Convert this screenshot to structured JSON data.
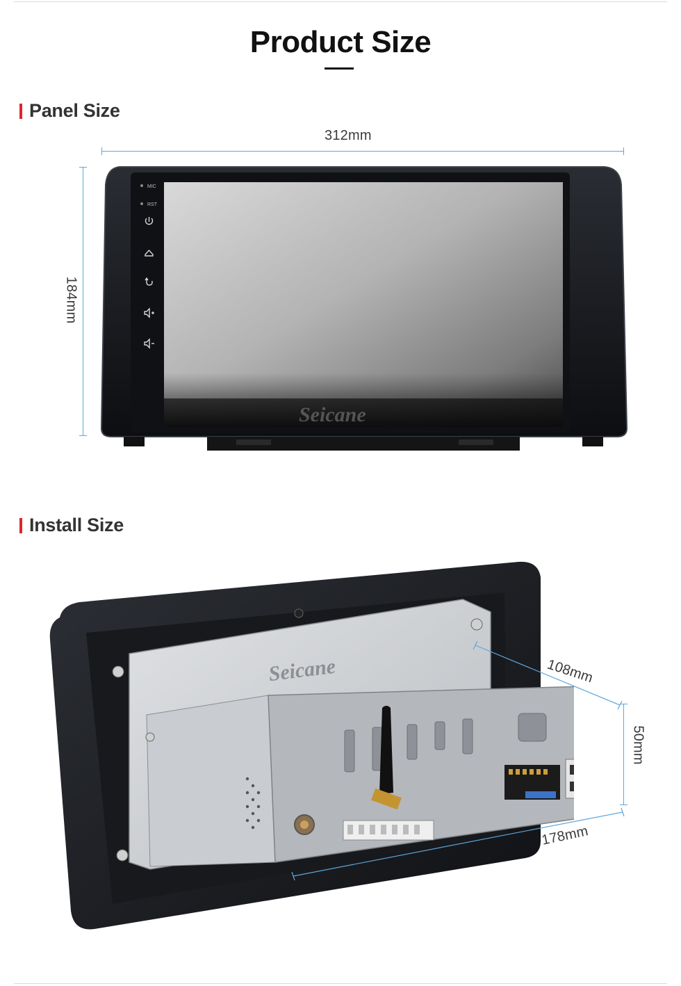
{
  "page": {
    "title": "Product Size"
  },
  "panel_section": {
    "heading": "Panel Size",
    "width_label": "312mm",
    "height_label": "184mm",
    "button_labels": [
      "MIC",
      "RST"
    ],
    "brand": "Seicane"
  },
  "install_section": {
    "heading": "Install Size",
    "depth_label": "108mm",
    "height_label": "50mm",
    "width_label": "178mm",
    "brand": "Seicane"
  },
  "colors": {
    "accent_bar": "#e0242a",
    "dimension_line": "#5ea6dc",
    "heading_text": "#333333"
  }
}
